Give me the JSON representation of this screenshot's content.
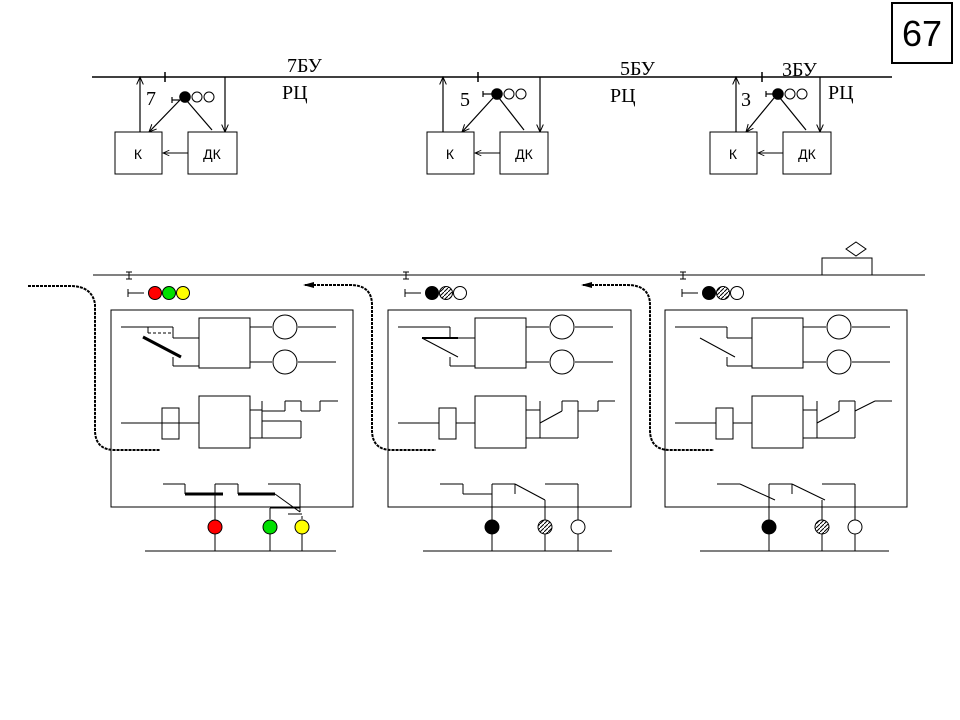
{
  "page_number": "67",
  "top_scheme": {
    "rail_labels": [
      "7БУ",
      "5БУ",
      "3БУ"
    ],
    "circuit_label": "РЦ",
    "signals": [
      "7",
      "5",
      "3"
    ],
    "block_k": "К",
    "block_dk": "ДК"
  },
  "bottom_scheme": {
    "signal_aspects": [
      [
        "#ff0000",
        "#00e000",
        "#ffff00"
      ],
      [
        "#000000",
        "hatched",
        "#ffffff"
      ],
      [
        "#000000",
        "hatched",
        "#ffffff"
      ]
    ],
    "lamp_colors": [
      [
        "#ff0000",
        "#00e000",
        "#ffff00"
      ],
      [
        "#000000",
        "hatched",
        "#ffffff"
      ],
      [
        "#000000",
        "hatched",
        "#ffffff"
      ]
    ]
  }
}
